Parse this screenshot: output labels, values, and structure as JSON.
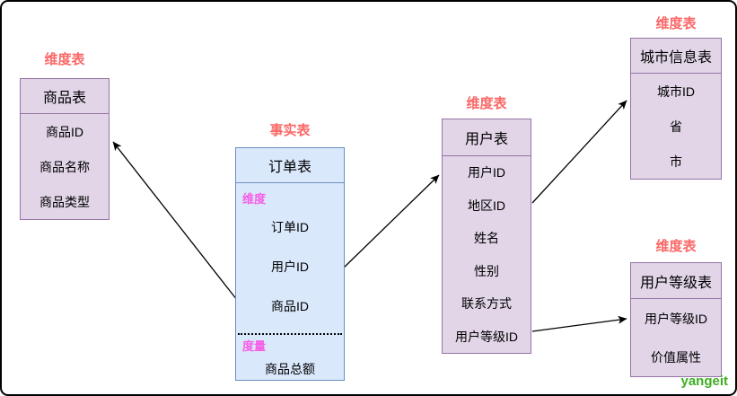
{
  "fact": {
    "label": "事实表",
    "title": "订单表",
    "sections": {
      "dimension": {
        "label": "维度",
        "fields": [
          "订单ID",
          "用户ID",
          "商品ID"
        ]
      },
      "measure": {
        "label": "度量",
        "fields": [
          "商品总额"
        ]
      }
    }
  },
  "product": {
    "label": "维度表",
    "title": "商品表",
    "fields": [
      "商品ID",
      "商品名称",
      "商品类型"
    ]
  },
  "user": {
    "label": "维度表",
    "title": "用户表",
    "fields": [
      "用户ID",
      "地区ID",
      "姓名",
      "性别",
      "联系方式",
      "用户等级ID"
    ]
  },
  "city": {
    "label": "维度表",
    "title": "城市信息表",
    "fields": [
      "城市ID",
      "省",
      "市"
    ]
  },
  "user_level": {
    "label": "维度表",
    "title": "用户等级表",
    "fields": [
      "用户等级ID",
      "价值属性"
    ]
  },
  "watermark": "yangeit",
  "colors": {
    "dimension_fill": "#e1d5e7",
    "dimension_border": "#9673a6",
    "fact_fill": "#dae8fc",
    "fact_border": "#6c8ebf",
    "table_label_red": "#fb6767",
    "section_label_pink": "#f75de6",
    "arrow": "#000000",
    "watermark_green": "#3daf21"
  }
}
